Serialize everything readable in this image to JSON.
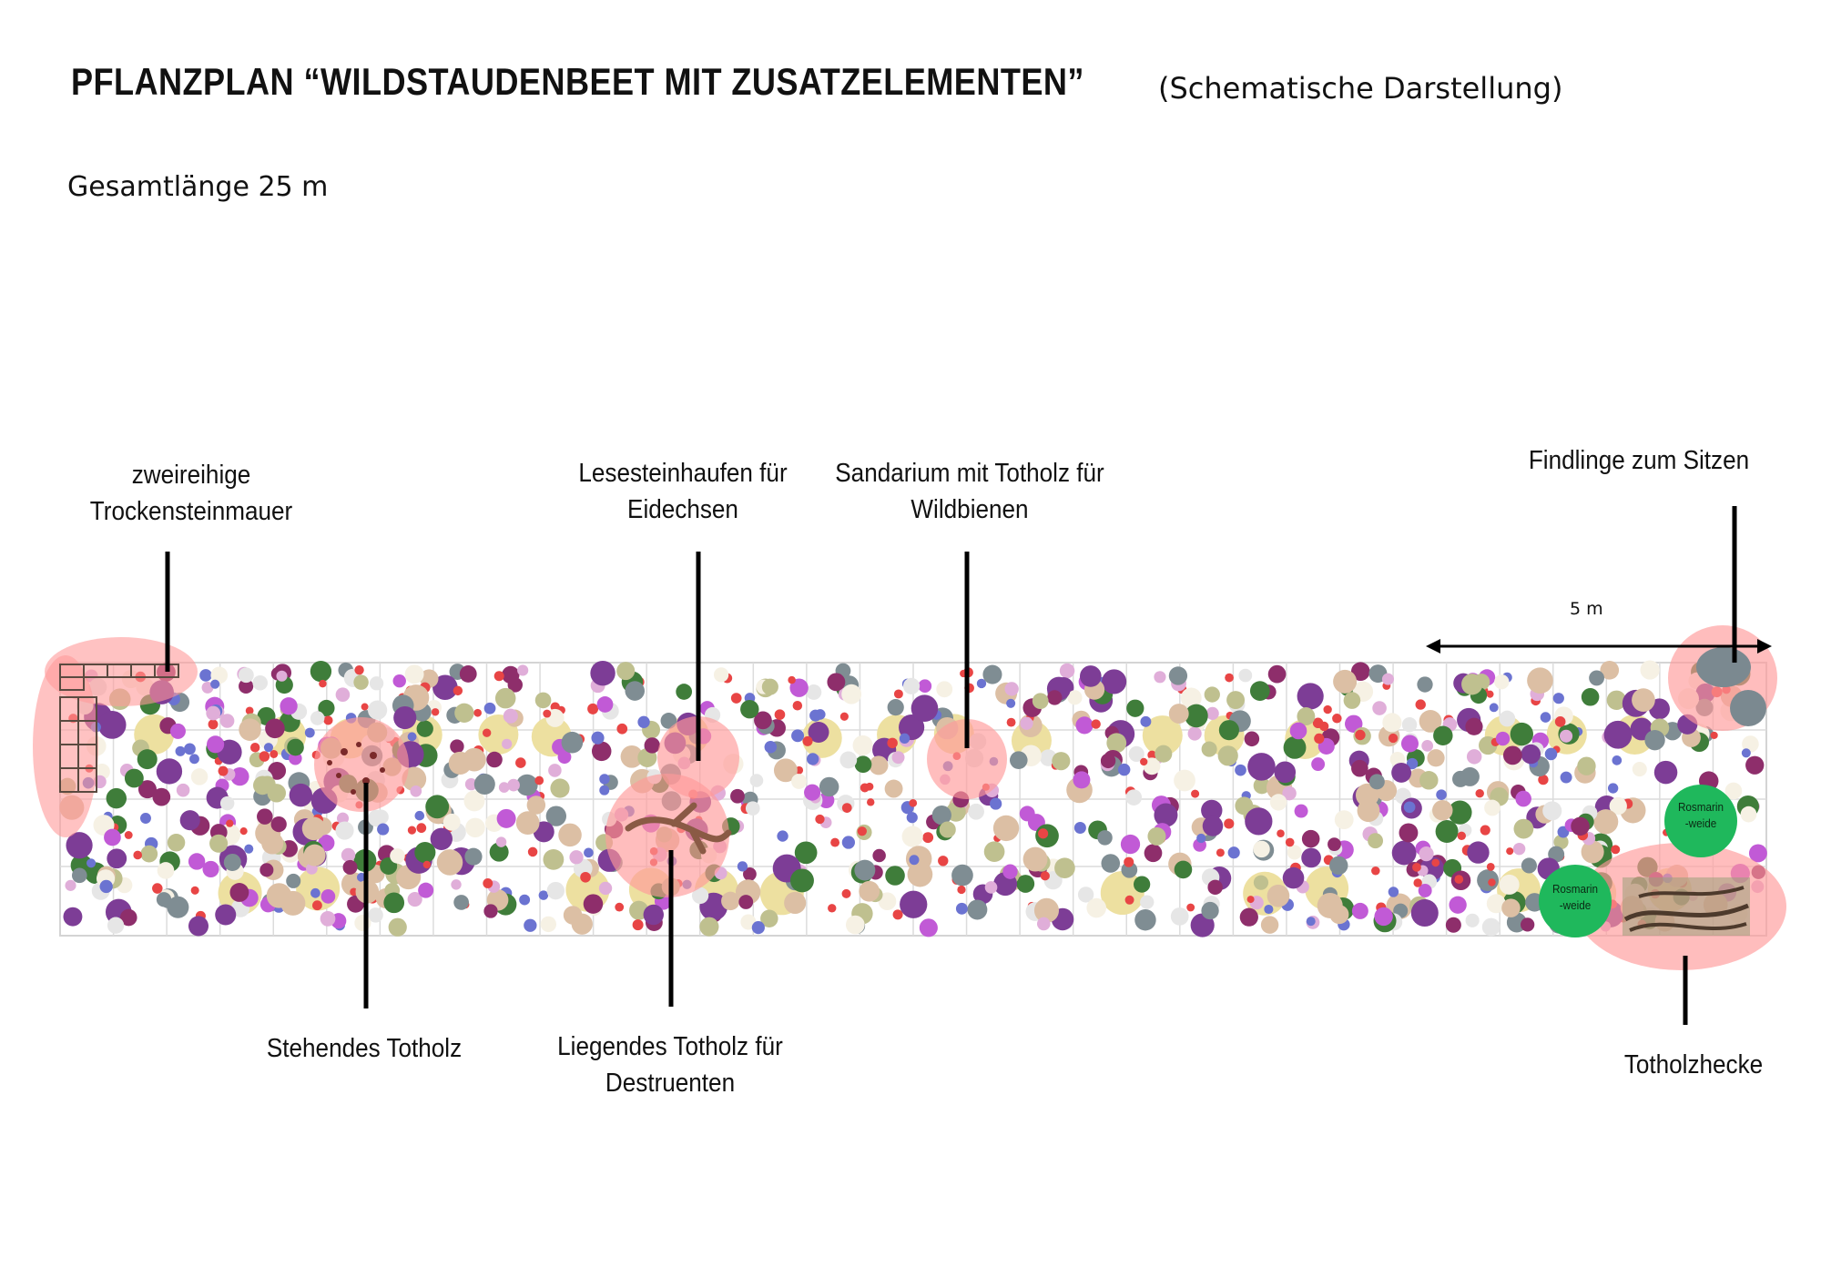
{
  "header": {
    "title": "PFLANZPLAN  “WILDSTAUDENBEET  MIT ZUSATZELEMENTEN”",
    "subtitle": "(Schematische Darstellung)",
    "total_length": "Gesamtlänge 25 m"
  },
  "scale": {
    "label": "5 m"
  },
  "annotations": {
    "trockensteinmauer": "zweireihige\nTrockensteinmauer",
    "lesesteinhaufen": "Lesesteinhaufen für\nEidechsen",
    "sandarium": "Sandarium mit Totholz für\nWildbienen",
    "findlinge": "Findlinge zum Sitzen",
    "stehendes_totholz": "Stehendes Totholz",
    "liegendes_totholz": "Liegendes Totholz für\nDestruenten",
    "totholzhecke": "Totholzhecke"
  },
  "plants": {
    "rosmarinweide_1": "Rosmarin\n-weide",
    "rosmarinweide_2": "Rosmarin\n-weide"
  },
  "colors": {
    "highlight": "#ff9a9a",
    "plant_yellow": "#ede0a0",
    "plant_purple": "#7d3d96",
    "plant_violet": "#c15ad6",
    "plant_green": "#3f7d3a",
    "plant_blue": "#6b73d1",
    "plant_red": "#e84545",
    "plant_pink": "#e0aed9",
    "plant_beige": "#dcbfa4",
    "plant_grey": "#7f8d93",
    "plant_olive": "#bfc08f",
    "plant_plum": "#8e2e6b",
    "rosmarinweide": "#1fb85c",
    "stone": "#7b8990",
    "grid": "#cfcfcf"
  }
}
